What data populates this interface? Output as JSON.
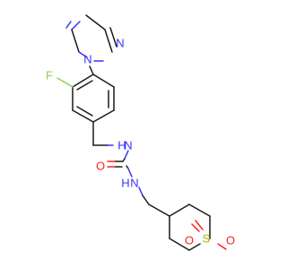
{
  "molecule": {
    "atoms": {
      "n_imid_3": "N",
      "n_imid_1": "N",
      "f": "F",
      "n_urea_upper": "N",
      "h_urea_upper": "H",
      "o_carbonyl": "O",
      "n_urea_lower": "N",
      "h_urea_lower": "H",
      "s": "S",
      "o_sulfonyl_left": "O",
      "o_sulfonyl_right": "O"
    },
    "colors": {
      "carbon": "#1a1a1a",
      "nitrogen": "#3333ff",
      "oxygen": "#ff1f1f",
      "fluorine": "#90d050",
      "sulfur": "#b2b200"
    }
  }
}
